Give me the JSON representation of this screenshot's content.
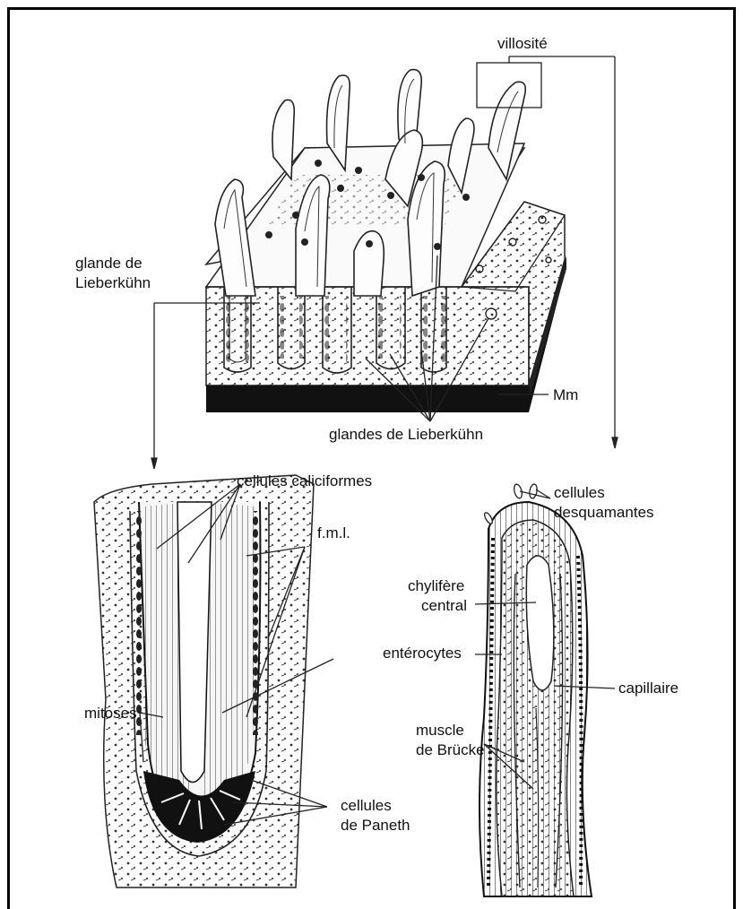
{
  "labels": {
    "villosite": "villosité",
    "glande_de": "glande de",
    "lieberkuhn": "Lieberkühn",
    "mm": "Mm",
    "glandes_de_lieberkuhn": "glandes de Lieberkühn",
    "cellules_caliciformes": "cellules caliciformes",
    "fml": "f.m.l.",
    "cellules_desq_1": "cellules",
    "cellules_desq_2": "desquamantes",
    "chylifere": "chylifère",
    "central": "central",
    "enterocytes": "entérocytes",
    "capillaire": "capillaire",
    "mitoses": "mitoses",
    "muscle": "muscle",
    "de_brucke": "de Brücke",
    "cellules_paneth_1": "cellules",
    "cellules_paneth_2": "de Paneth"
  }
}
